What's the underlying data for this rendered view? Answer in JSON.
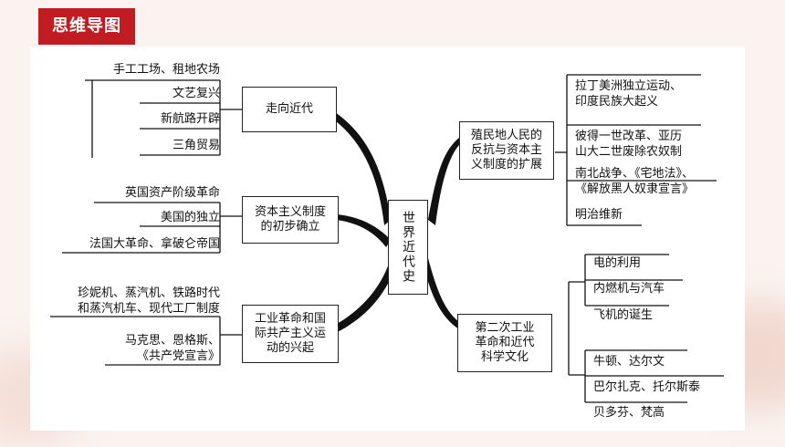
{
  "header": {
    "title": "思维导图"
  },
  "center": {
    "label": "世界近代史"
  },
  "branches": {
    "b1": {
      "label": "走向近代",
      "leaves": [
        "手工工场、租地农场",
        "文艺复兴",
        "新航路开辟",
        "三角贸易"
      ]
    },
    "b2": {
      "label_lines": [
        "资本主义制度",
        "的初步确立"
      ],
      "leaves": [
        "英国资产阶级革命",
        "美国的独立",
        "法国大革命、拿破仑帝国"
      ]
    },
    "b3": {
      "label_lines": [
        "工业革命和国",
        "际共产主义运",
        "动的兴起"
      ],
      "leaves": [
        [
          "珍妮机、蒸汽机、铁路时代",
          "和蒸汽机车、现代工厂制度"
        ],
        [
          "马克思、恩格斯、",
          "《共产党宣言》"
        ]
      ]
    },
    "b4": {
      "label_lines": [
        "殖民地人民的",
        "反抗与资本主",
        "义制度的扩展"
      ],
      "leaves": [
        [
          "拉丁美洲独立运动、",
          "印度民族大起义"
        ],
        [
          "彼得一世改革、亚历",
          "山大二世废除农奴制"
        ],
        [
          "南北战争、《宅地法》、",
          "《解放黑人奴隶宣言》"
        ],
        [
          "明治维新"
        ]
      ]
    },
    "b5": {
      "label_lines": [
        "第二次工业",
        "革命和近代",
        "科学文化"
      ],
      "leaves_top": [
        "电的利用",
        "内燃机与汽车",
        "飞机的诞生"
      ],
      "leaves_bottom": [
        "牛顿、达尔文",
        "巴尔扎克、托尔斯泰",
        "贝多芬、梵高"
      ]
    }
  },
  "colors": {
    "accent": "#c01c22",
    "line": "#111111",
    "background": "#fbf3ef"
  }
}
